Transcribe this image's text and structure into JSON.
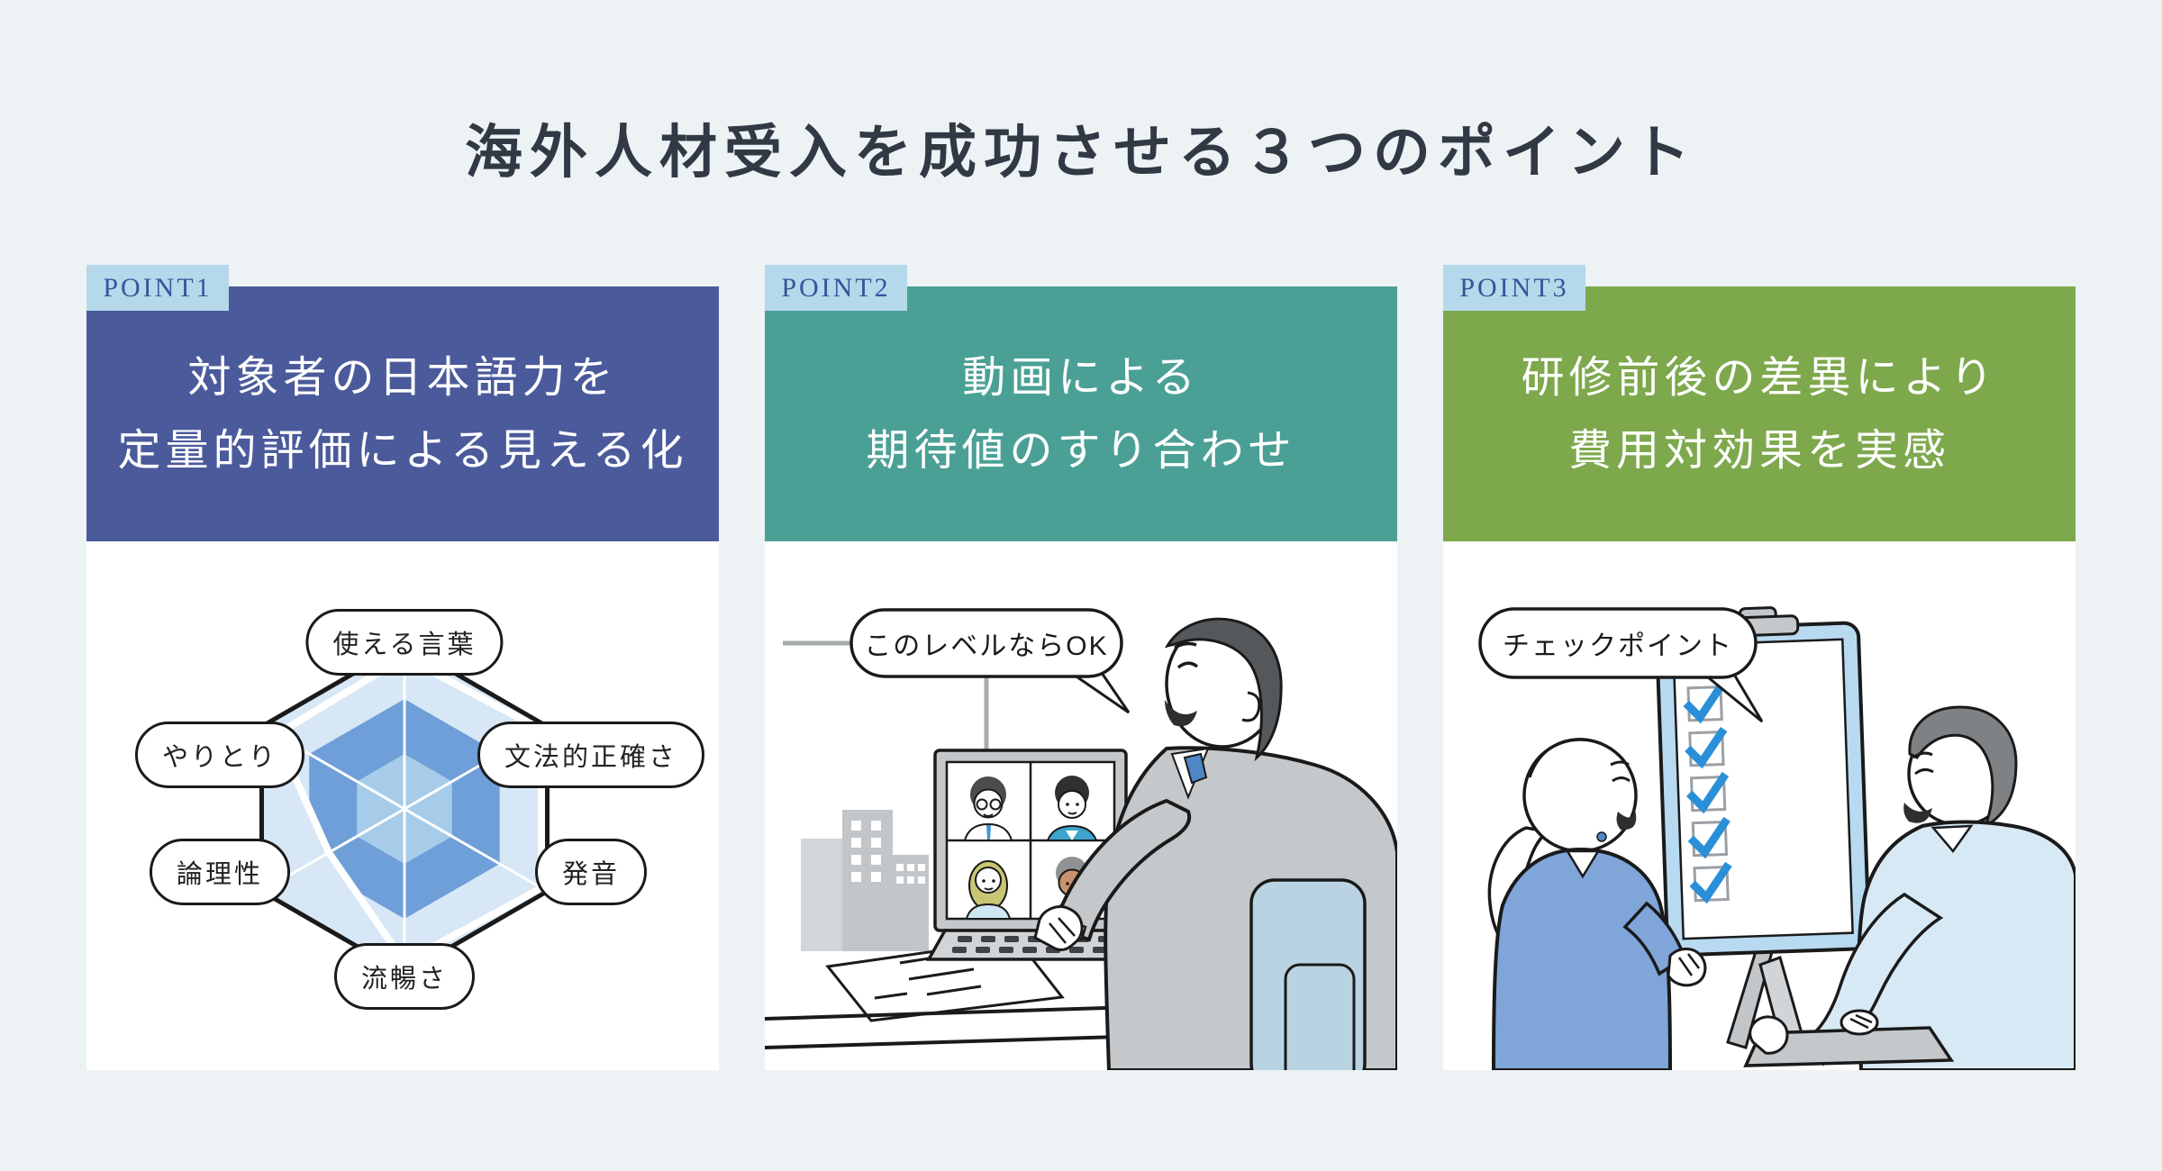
{
  "page": {
    "background_color": "#edf2f5",
    "title": "海外人材受入を成功させる３つのポイント",
    "title_color": "#313944"
  },
  "tag_style": {
    "background": "#b5d8eb",
    "text_color": "#36549a"
  },
  "cards": [
    {
      "tag": "POINT1",
      "header_color": "#4b5a9b",
      "heading_lines": [
        "対象者の日本語力を",
        "定量的評価による見える化"
      ],
      "radar": {
        "labels": [
          "使える言葉",
          "文法的正確さ",
          "発音",
          "流暢さ",
          "論理性",
          "やりとり"
        ],
        "ring_colors": {
          "outer": "#d7e7f5",
          "middle": "#6f9fd8",
          "inner": "#a7cce9"
        },
        "line_color": "#ffffff"
      },
      "chart_data": {
        "type": "radar",
        "categories": [
          "使える言葉",
          "文法的正確さ",
          "発音",
          "流暢さ",
          "論理性",
          "やりとり"
        ],
        "values": [
          0.92,
          0.96,
          0.96,
          0.93,
          0.53,
          0.9
        ],
        "value_range": [
          0,
          1
        ],
        "grid_levels": 3,
        "legend": [],
        "title": ""
      }
    },
    {
      "tag": "POINT2",
      "header_color": "#4ba096",
      "heading_lines": [
        "動画による",
        "期待値のすり合わせ"
      ],
      "bubble": "このレベルならOK"
    },
    {
      "tag": "POINT3",
      "header_color": "#7ea84c",
      "heading_lines": [
        "研修前後の差異により",
        "費用対効果を実感"
      ],
      "bubble": "チェックポイント",
      "checklist": {
        "checkbox_count": 5,
        "check_color": "#2a8fd8",
        "board_color": "#b7daf1"
      }
    }
  ]
}
